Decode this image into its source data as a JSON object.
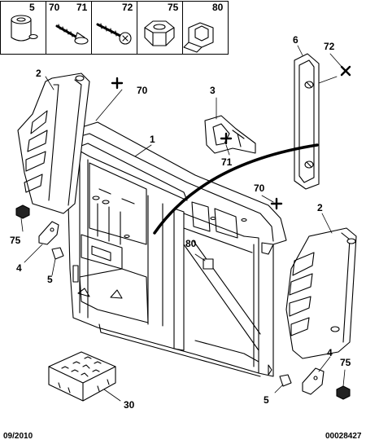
{
  "legend": {
    "items": [
      {
        "label": "5",
        "icon": "plastic-clip-icon"
      },
      {
        "label": "70",
        "icon": "screw-icon"
      },
      {
        "label": "71",
        "icon": "screw-icon"
      },
      {
        "label": "72",
        "icon": "self-tapping-screw-icon"
      },
      {
        "label": "75",
        "icon": "hex-nut-icon"
      },
      {
        "label": "80",
        "icon": "spring-clip-icon"
      }
    ]
  },
  "callouts": {
    "c1": "1",
    "c2_left": "2",
    "c2_right": "2",
    "c3": "3",
    "c4_left": "4",
    "c4_right": "4",
    "c5_left": "5",
    "c5_right": "5",
    "c6": "6",
    "c30": "30",
    "c70_top": "70",
    "c70_mid": "70",
    "c71": "71",
    "c72": "72",
    "c75_left": "75",
    "c75_right": "75",
    "c80": "80"
  },
  "footer": {
    "date": "09/2010",
    "reference": "00028427"
  }
}
